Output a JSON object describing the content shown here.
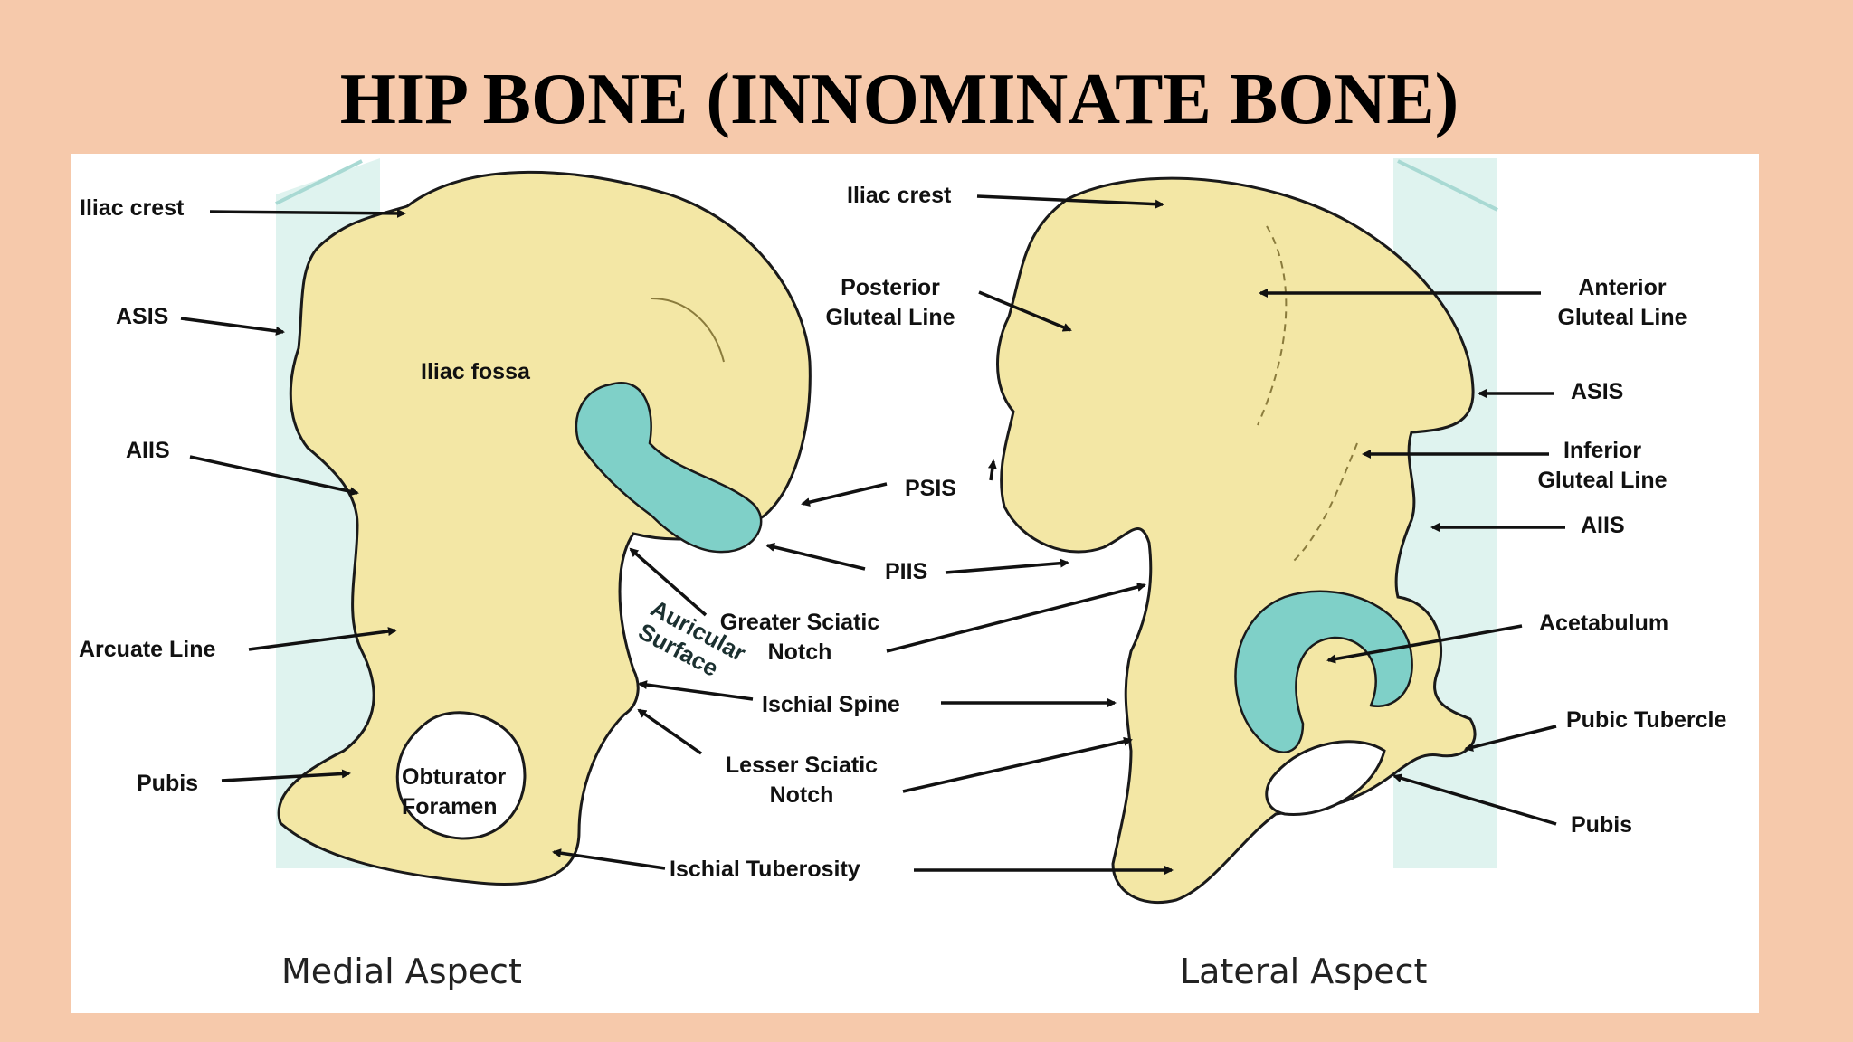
{
  "slide": {
    "title": "HIP BONE (INNOMINATE BONE)",
    "colors": {
      "background": "#f6c9ab",
      "panel": "#ffffff",
      "bone": "#f3e7a5",
      "articular_surface": "#7fd0c8",
      "frame_tint": "#d9f1ee"
    }
  },
  "medial": {
    "caption": "Medial Aspect",
    "labels": {
      "iliac_crest": "Iliac crest",
      "asis": "ASIS",
      "aiis": "AIIS",
      "arcuate_line": "Arcuate Line",
      "pubis": "Pubis",
      "iliac_fossa": "Iliac fossa",
      "auricular_surface": [
        "Auricular",
        "Surface"
      ],
      "obturator_foramen": [
        "Obturator",
        "Foramen"
      ]
    }
  },
  "center": {
    "labels": {
      "iliac_crest": "Iliac crest",
      "posterior_gluteal_line": [
        "Posterior",
        "Gluteal Line"
      ],
      "psis": "PSIS",
      "piis": "PIIS",
      "greater_sciatic_notch": [
        "Greater Sciatic",
        "Notch"
      ],
      "ischial_spine": "Ischial Spine",
      "lesser_sciatic_notch": [
        "Lesser Sciatic",
        "Notch"
      ],
      "ischial_tuberosity": "Ischial Tuberosity"
    }
  },
  "lateral": {
    "caption": "Lateral Aspect",
    "labels": {
      "anterior_gluteal_line": [
        "Anterior",
        "Gluteal Line"
      ],
      "asis": "ASIS",
      "inferior_gluteal_line": [
        "Inferior",
        "Gluteal Line"
      ],
      "aiis": "AIIS",
      "acetabulum": "Acetabulum",
      "pubic_tubercle": "Pubic Tubercle",
      "pubis": "Pubis"
    }
  }
}
